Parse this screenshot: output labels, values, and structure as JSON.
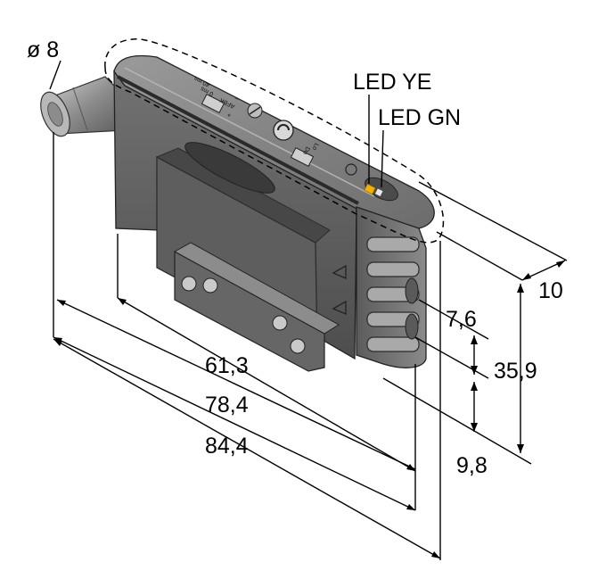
{
  "drawing": {
    "cable_diameter": "ø 8",
    "led_labels": [
      "LED YE",
      "LED GN"
    ],
    "dimensions": {
      "length_a": "61,3",
      "length_b": "78,4",
      "length_c": "84,4",
      "depth": "10",
      "height_total": "35,9",
      "height_top": "7,6",
      "height_bottom": "9,8"
    },
    "device_markings": {
      "switch_a": [
        "40 ms",
        "0 ms"
      ],
      "switch_a_mode": "AFBK",
      "plus": "+",
      "minus": "–",
      "switch_b": [
        "Lo",
        "Do"
      ]
    },
    "colors": {
      "housing": "#6f6f6f",
      "housing_dark": "#3e3e3e",
      "led_yellow": "#f2b300",
      "cable": "#8a8a8a"
    }
  }
}
